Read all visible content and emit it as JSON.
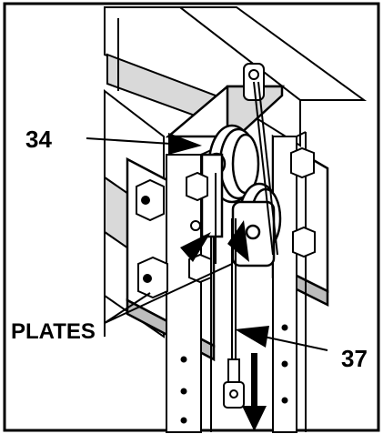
{
  "figure": {
    "callouts": {
      "part_34": "34",
      "part_37": "37",
      "plates": "PLATES"
    },
    "colors": {
      "ink": "#000000",
      "paper": "#ffffff",
      "shade": "#d9d9d9",
      "shade_dark": "#bdbdbd"
    },
    "icons": [
      "pulley-icon",
      "cable-icon",
      "bolt-icon",
      "direction-arrow-icon"
    ]
  }
}
